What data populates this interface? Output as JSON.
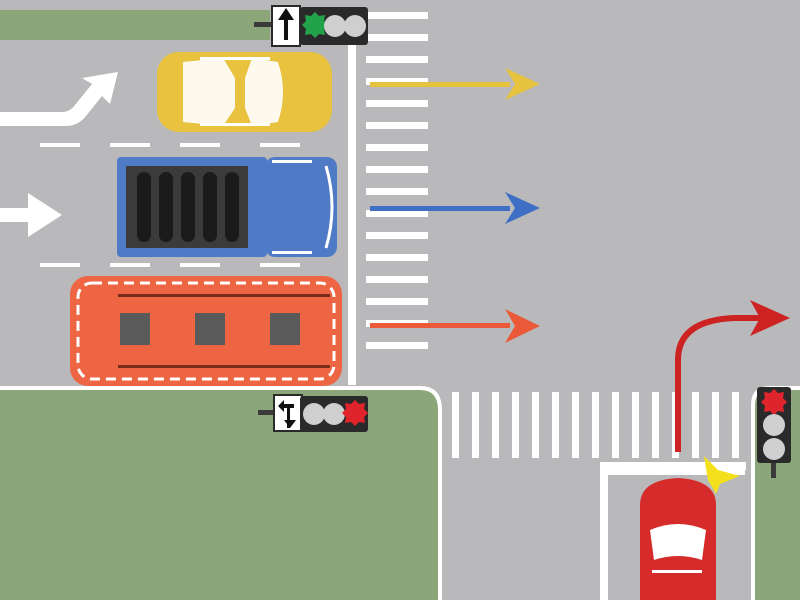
{
  "colors": {
    "road": "#b9b9bb",
    "grass": "#8ba77a",
    "lane_marking": "#ffffff",
    "yellow_car": "#e9c340",
    "blue_truck": "#4f7ac6",
    "truck_cargo": "#3b3b3b",
    "red_bus": "#ee6543",
    "red_car": "#d62b2b",
    "arrow_yellow": "#e6c33f",
    "arrow_blue": "#3f6fc4",
    "arrow_red": "#ea5a38",
    "arrow_turn": "#cc2222",
    "signal_green": "#22a24a",
    "signal_red": "#e0242b",
    "signal_off": "#cfcfcf",
    "signal_housing": "#2a2a2a",
    "blinker": "#f4e01a"
  },
  "traffic_lights": [
    {
      "location": "top",
      "arrow_sign": "straight-arrow-icon",
      "lit": "green"
    },
    {
      "location": "middle",
      "arrow_sign": "left-turn-arrow-icon",
      "lit": "red"
    },
    {
      "location": "right",
      "arrow_sign": "",
      "lit": "red"
    }
  ],
  "vehicles": [
    {
      "kind": "car",
      "color": "yellow",
      "intent": "straight"
    },
    {
      "kind": "truck",
      "color": "blue",
      "intent": "straight"
    },
    {
      "kind": "bus",
      "color": "red",
      "intent": "straight"
    },
    {
      "kind": "car",
      "color": "red",
      "intent": "right-turn",
      "signal": "right-blinker"
    }
  ],
  "road_markings": [
    "straight-right-arrow-icon",
    "straight-arrow-icon",
    "crosswalk-east",
    "crosswalk-south"
  ]
}
